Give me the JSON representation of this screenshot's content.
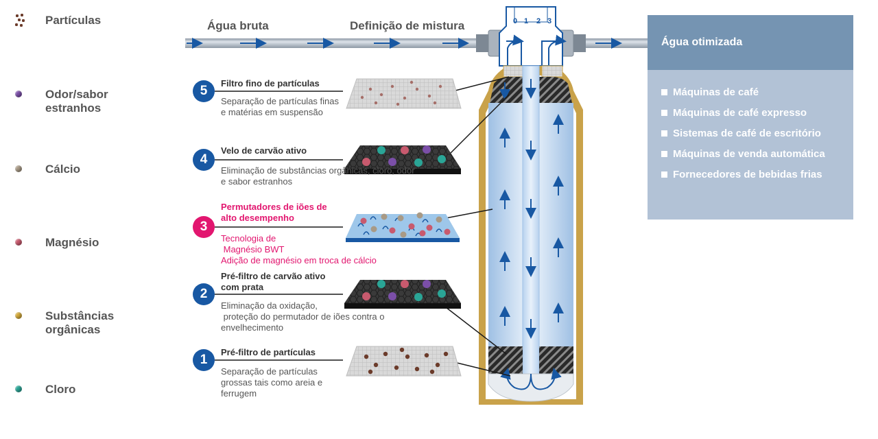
{
  "legend": [
    {
      "label": "Partículas",
      "color": "#6b3b2a",
      "icon": "particles-icon"
    },
    {
      "label": "Odor/sabor estranhos",
      "color": "#7b4fa8"
    },
    {
      "label": "Cálcio",
      "color": "#a89a86"
    },
    {
      "label": "Magnésio",
      "color": "#c85a6e"
    },
    {
      "label": "Substâncias orgânicas",
      "color": "#d3a93a"
    },
    {
      "label": "Cloro",
      "color": "#2aa596"
    }
  ],
  "pipe": {
    "raw_water": "Água bruta",
    "mix_setting": "Definição de mistura",
    "dial": [
      "0",
      "1",
      "2",
      "3"
    ]
  },
  "steps": [
    {
      "number": "5",
      "title": "Filtro fino de partículas",
      "description": "Separação de partículas finas e matérias em suspensão",
      "color": "#1858a3"
    },
    {
      "number": "4",
      "title": "Velo de carvão ativo",
      "description": "Eliminação de substâncias orgânicas, cloro, odor e sabor estranhos",
      "color": "#1858a3"
    },
    {
      "number": "3",
      "title": "Permutadores de iões de alto desempenho",
      "description_lines": [
        "Tecnologia de",
        " Magnésio BWT",
        "Adição de magnésio em troca de cálcio"
      ],
      "color": "#e2166f"
    },
    {
      "number": "2",
      "title": "Pré-filtro de carvão ativo com prata",
      "description_lines": [
        "Eliminação da oxidação,",
        " proteção do permutador de iões contra o",
        "envelhecimento"
      ],
      "color": "#1858a3"
    },
    {
      "number": "1",
      "title": "Pré-filtro de partículas",
      "description": "Separação de partículas grossas tais como areia e ferrugem",
      "color": "#1858a3"
    }
  ],
  "panel": {
    "title": "Água otimizada",
    "items": [
      "Máquinas de café",
      "Máquinas de café expresso",
      "Sistemas de café de escritório",
      "Máquinas de venda automática",
      "Fornecedores de bebidas frias"
    ]
  },
  "colors": {
    "accent_blue": "#1858a3",
    "accent_magenta": "#e2166f",
    "gold": "#c9a24a",
    "panel_dark": "#7594b2",
    "panel_light": "#b2c2d6"
  }
}
